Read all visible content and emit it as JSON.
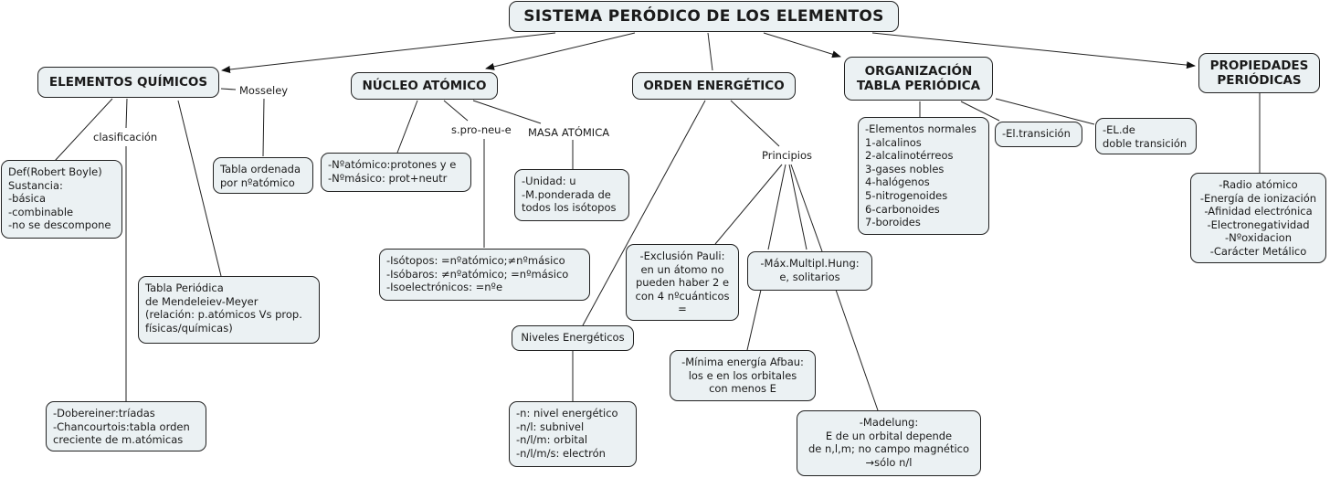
{
  "root": {
    "title": "SISTEMA PERÓDICO DE LOS ELEMENTOS"
  },
  "concepts": {
    "elementos": "ELEMENTOS QUÍMICOS",
    "nucleo": "NÚCLEO ATÓMICO",
    "orden": "ORDEN ENERGÉTICO",
    "organizacion": "ORGANIZACIÓN\nTABLA PERIÓDICA",
    "propiedades": "PROPIEDADES\nPERIÓDICAS"
  },
  "link_labels": {
    "mosseley": "Mosseley",
    "clasificacion": "clasificación",
    "spro": "s.pro-neu-e",
    "masa": "MASA ATÓMICA",
    "principios": "Principios"
  },
  "nodes": {
    "boyle": "Def(Robert Boyle)\nSustancia:\n-básica\n-combinable\n-no se descompone",
    "tabla_ordenada": "Tabla ordenada\npor nºatómico",
    "mendeleiev": "Tabla Periódica\nde Mendeleiev-Meyer\n(relación: p.atómicos Vs prop.\nfísicas/químicas)",
    "dobereiner": "-Dobereiner:tríadas\n-Chancourtois:tabla orden\ncreciente de m.atómicas",
    "numeros": "-Nºatómico:protones y e\n-Nºmásico: prot+neutr",
    "masa_info": "-Unidad: u\n-M.ponderada de\ntodos los isótopos",
    "isotopos": "-Isótopos: =nºatómico;≠nºmásico\n-Isóbaros: ≠nºatómico; =nºmásico\n-Isoelectrónicos: =nºe",
    "pauli": "-Exclusión Pauli:\nen un átomo no\npueden haber 2 e\ncon 4 nºcuánticos\n=",
    "hund": "-Máx.Multipl.Hung:\ne, solitarios",
    "niveles": "Niveles Energéticos",
    "numeros_cuanticos": "-n:  nivel energético\n-n/l:  subnivel\n-n/l/m:  orbital\n-n/l/m/s:  electrón",
    "aufbau": "-Mínima energía Afbau:\nlos e en los orbitales\ncon menos E",
    "madelung": "-Madelung:\nE de un orbital depende\nde n,l,m; no campo magnético\n→sólo n/l",
    "normales": "-Elementos normales\n1-alcalinos\n2-alcalinotérreos\n3-gases nobles\n4-halógenos\n5-nitrogenoides\n6-carbonoides\n7-boroides",
    "transicion": "-El.transición",
    "doble_transicion": "-EL.de\ndoble transición",
    "propiedades_lista": "-Radio atómico\n-Energía de ionización\n-Afinidad electrónica\n-Electronegatividad\n-Nºoxidacion\n-Carácter Metálico"
  },
  "colors": {
    "node_fill": "#ebf1f3",
    "stroke": "#222222"
  }
}
